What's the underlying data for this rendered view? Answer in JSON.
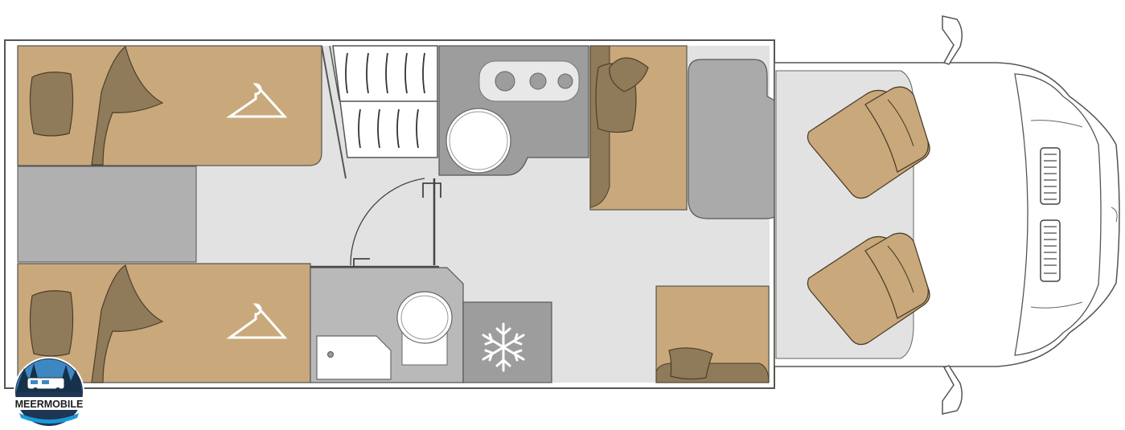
{
  "plan": {
    "colors": {
      "floor": "#e2e2e2",
      "furniture": "#c9a97b",
      "dark_panel": "#b9b9b9",
      "mid_gray": "#9a9a9a",
      "outline": "#555555",
      "white": "#ffffff",
      "pillow": "#8f7a5a"
    },
    "areas": [
      "rear-bed-left",
      "rear-bed-right",
      "wardrobe-shelves",
      "kitchen-block",
      "washroom",
      "toilet",
      "shower-tray",
      "fridge",
      "dinette-bench-front",
      "dinette-bench-rear",
      "dinette-table",
      "pilot-seat-driver",
      "pilot-seat-passenger",
      "cab-dashboard"
    ],
    "icons": [
      "hanger-icon",
      "snowflake-icon",
      "pillow-icon",
      "stove-burner-icon",
      "sink-icon"
    ]
  },
  "logo": {
    "text": "MEERMOBILE"
  }
}
